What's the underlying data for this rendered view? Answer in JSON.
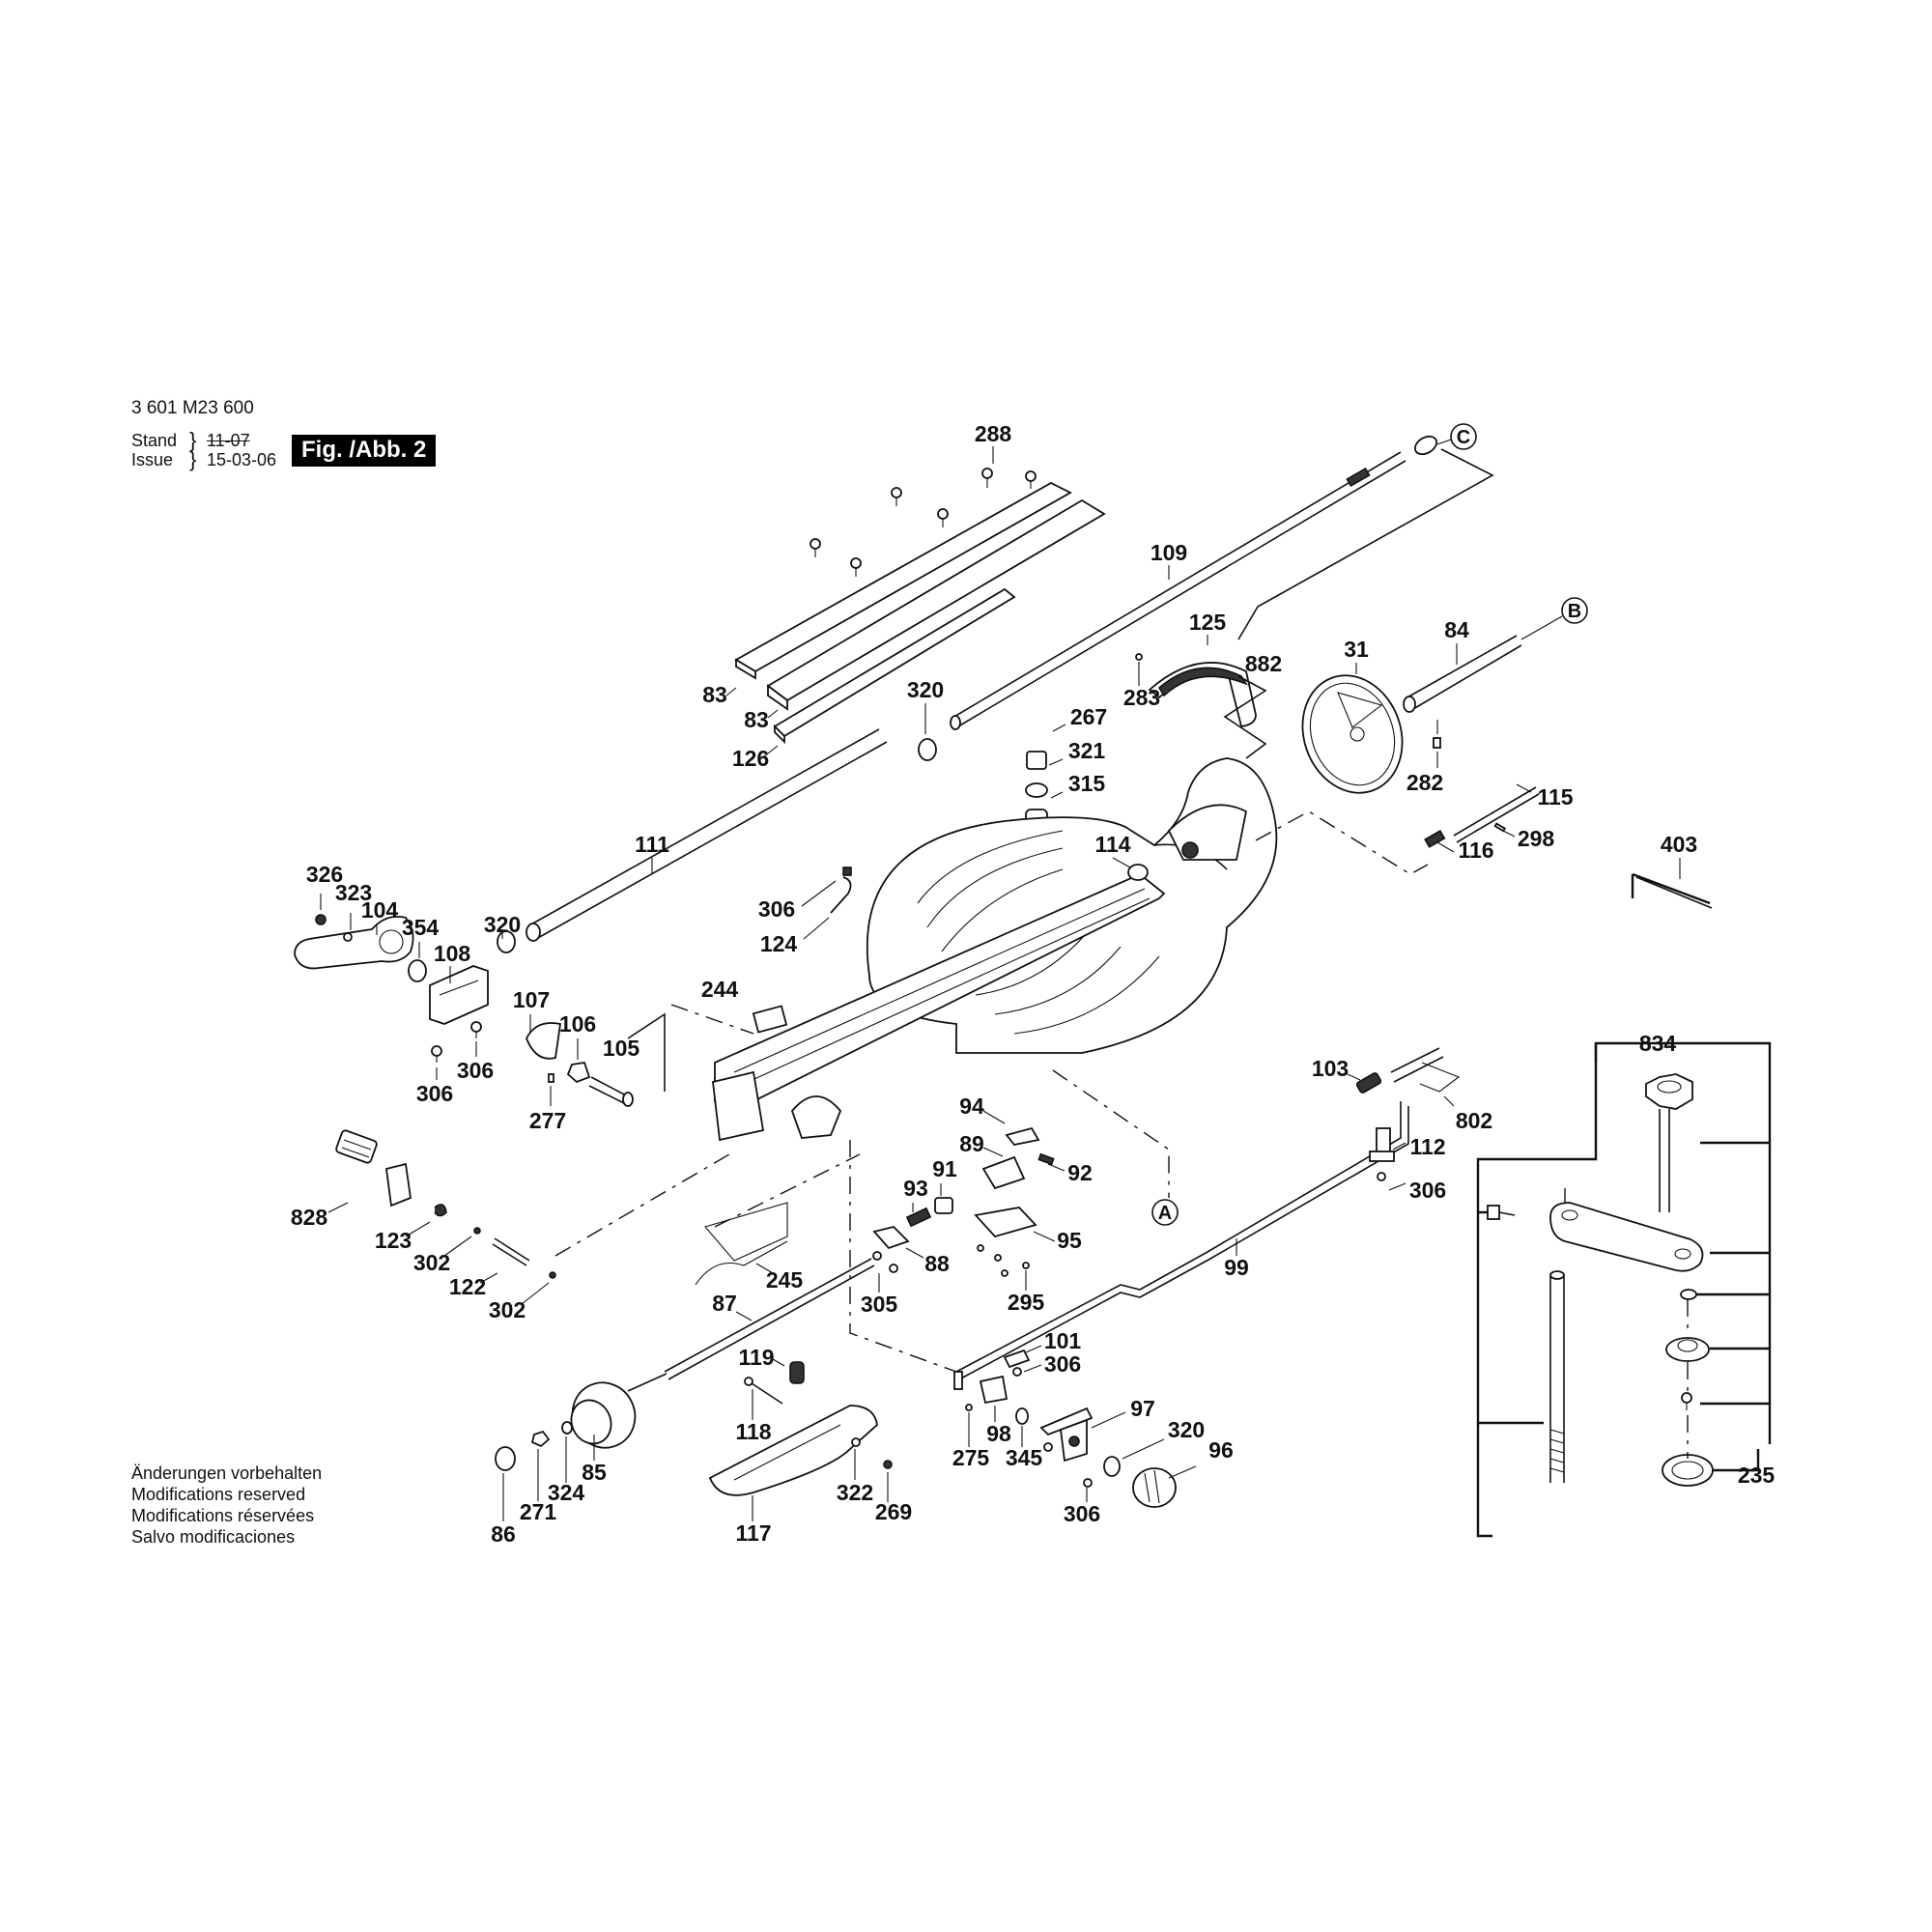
{
  "header": {
    "doc_number": "3 601 M23 600",
    "stand_label": "Stand",
    "issue_label": "Issue",
    "stand_date_struck": "11-07",
    "issue_date": "15-03-06",
    "figure_label": "Fig. /Abb. 2"
  },
  "notes": [
    "Änderungen vorbehalten",
    "Modifications reserved",
    "Modifications réservées",
    "Salvo modificaciones"
  ],
  "reference_markers": {
    "A": "A",
    "B": "B",
    "C": "C"
  },
  "callouts": {
    "c288": "288",
    "c109": "109",
    "c83a": "83",
    "c83b": "83",
    "c126": "126",
    "c320a": "320",
    "c125": "125",
    "c882": "882",
    "c283": "283",
    "c267": "267",
    "c321": "321",
    "c315": "315",
    "c31": "31",
    "c84": "84",
    "c282": "282",
    "c115": "115",
    "c116": "116",
    "c298": "298",
    "c403": "403",
    "c111": "111",
    "c114": "114",
    "c306a": "306",
    "c124": "124",
    "c326": "326",
    "c323": "323",
    "c104": "104",
    "c354": "354",
    "c108": "108",
    "c320b": "320",
    "c107": "107",
    "c106": "106",
    "c105": "105",
    "c306b": "306",
    "c306c": "306",
    "c277": "277",
    "c244": "244",
    "c828": "828",
    "c123": "123",
    "c302a": "302",
    "c122": "122",
    "c302b": "302",
    "c245": "245",
    "c87": "87",
    "c94": "94",
    "c89": "89",
    "c92": "92",
    "c91": "91",
    "c93": "93",
    "c95": "95",
    "c88": "88",
    "c305": "305",
    "c295": "295",
    "c103": "103",
    "c802": "802",
    "c112": "112",
    "c306d": "306",
    "c99": "99",
    "c101": "101",
    "c306e": "306",
    "c119": "119",
    "c118": "118",
    "c85": "85",
    "c324": "324",
    "c271": "271",
    "c86": "86",
    "c117": "117",
    "c322": "322",
    "c269": "269",
    "c98": "98",
    "c275": "275",
    "c345": "345",
    "c97": "97",
    "c320c": "320",
    "c96": "96",
    "c306f": "306",
    "c834": "834",
    "c235": "235"
  }
}
